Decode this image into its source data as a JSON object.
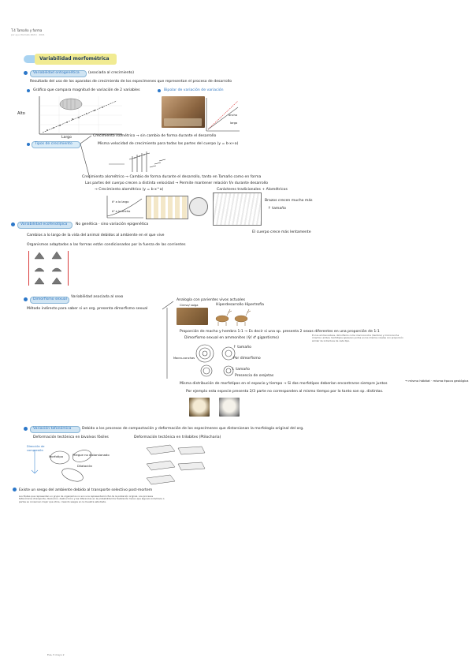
{
  "header": {
    "title": "T.4 Tamaño y forma",
    "subtitle": "por ayu (formato 2021) · 2021"
  },
  "main_title": "Variabilidad morfométrica",
  "s1": {
    "pill": "Variabilidad ontogenética",
    "note": "(asociada al crecimiento)",
    "bullet1": "Resultado del uso de los aparatos de crecimiento de los especímenes que representan el proceso de desarrollo",
    "graph_label": "Gráfico que compara magnitud de variación de 2 variables",
    "bipolar": "Bipolar de variación de variación",
    "axis_y": "Alto",
    "axis_x": "Largo",
    "tipos": "Tipos de crecimiento",
    "iso1": "Crecimiento isométrico → sin cambio de forma durante el desarrollo",
    "iso2": "Misma velocidad de crecimiento para todas las partes del cuerpo (y = b·x+a)",
    "alo1": "Crecimiento alométrico → Cambio de forma durante el desarrollo, tanto en Tamaño como en forma",
    "alo2": "Las partes del cuerpo crecen a distinta velocidad → Permite mantener relación f/v durante desarrollo",
    "alo3": "→ Crecimiento alométrico (y = b·x^a)",
    "caracter": "Carácteres tradicionales + Alométricos",
    "brazo": "Brazos crecen mucho más",
    "brazo2": "↑ tamaño",
    "cuerpo": "El cuerpo crece más lentamente",
    "largo": "largo",
    "ancho": "ancho",
    "k1": "k¹ a lo largo",
    "k2": "k² a lo ancho"
  },
  "s2": {
    "pill": "Variabilidad ecofenotípica",
    "note": "No genética · sino variación epigenética",
    "line1": "Cambios a lo largo de la vida del animal debidos al ambiente en el que vive",
    "line2": "Organismos adaptados a las formas están condicionados por la fuerza de las corrientes"
  },
  "s3": {
    "pill": "Dimorfismo sexual",
    "note": "Variabilidad asociada al sexo",
    "line1": "Método indirecto para saber si un org. presenta dimorfismo sexual",
    "analog": "Analogía con parientes vivos actuales",
    "ciervo": "Ciervo/ saiga",
    "hiper": "Hiperdesarrollo Hipertrofia",
    "prop": "Proporción de macho y hembra 1:1 → Es decir si una sp. presenta 2 sexos diferentes en una proporción de 1:1",
    "dimorf": "Dimorfismo sexual en ammonites (♀/ ♂ gigantismo)",
    "tiny_note": "En los ammonoideos, dimorfismo como macroconcha (hembra) y microconcha (macho); ambos morfotipos aparecen juntos en los mismos niveles con proporción similar de individuos de cada tipo.",
    "tam1": "↑ tamaño",
    "macro": "Macro-conchas",
    "dimor": "Por dimorfismo",
    "tam2": "↓ tamaño",
    "pres": "Presencia de orejetas",
    "misma": "Misma distribución de morfotipos en el espacio y tiempo → Si dos morfotipos deberían encontrarse siempre juntos",
    "misma2": "→ mismo hábitat · misma época geológica",
    "ejemplo": "Por ejemplo esta especie presenta 2/3 parte no corresponden al mismo tiempo por lo tanto son sp. distintas."
  },
  "s4": {
    "pill": "Variación tafonómica",
    "note": "Debido a los procesos de compactación y deformación de los especímenes que distorsionan la morfología original del org.",
    "def1": "Deformación tectónica en bivalvos fósiles",
    "def2": "Deformación tectónica en trilobites (Ptilocharia)",
    "lbl1": "Dirección de compresión",
    "lbl2": "Morfotipo",
    "lbl3": "Pliegue no distorsionado",
    "lbl4": "Dilatación",
    "final": "Existe un sesgo del ambiente debido al transporte selectivo post-mortem",
    "para": "Los fósiles que representan un grupo de organismos no son una representación fiel de la población original. Los procesos tafonómicos (transporte, disolución, destrucción) y las diferencias en la probabilidad de fosilización hacen que algunos individuos o partes se conserven mejor que otros, creando sesgos en la muestra estudiada."
  },
  "footer": "Eva, 5 mayo 2"
}
